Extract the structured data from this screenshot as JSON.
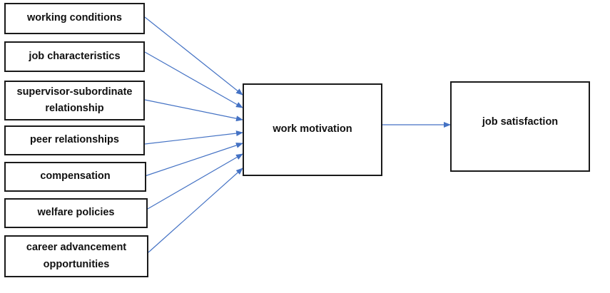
{
  "diagram": {
    "factors": [
      "working conditions",
      "job characteristics",
      "supervisor-subordinate relationship",
      "peer relationships",
      "compensation",
      "welfare policies",
      "career advancement opportunities"
    ],
    "mediator": "work motivation",
    "outcome": "job satisfaction",
    "arrow_color": "#4472c4",
    "border_color": "#1a1a1a"
  }
}
